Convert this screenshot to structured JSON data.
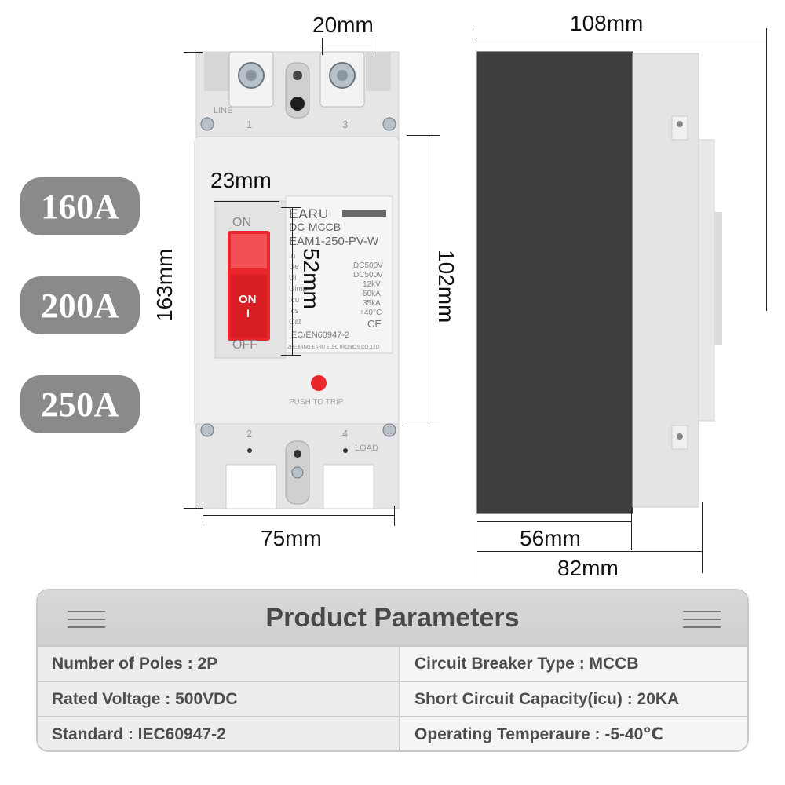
{
  "ratings": [
    "160A",
    "200A",
    "250A"
  ],
  "dimensions": {
    "terminal_width": "20mm",
    "side_width": "108mm",
    "handle_width": "23mm",
    "total_height": "163mm",
    "body_height": "102mm",
    "handle_height": "52mm",
    "front_width": "75mm",
    "side_depth_small": "56mm",
    "side_depth_large": "82mm"
  },
  "breaker": {
    "brand": "EARU",
    "type_label": "DC-MCCB",
    "model": "EAM1-250-PV-W",
    "on_label": "ON",
    "off_label": "OFF",
    "toggle_on": "ON",
    "toggle_bar": "I",
    "line_label": "LINE",
    "load_label": "LOAD",
    "terminal_1": "1",
    "terminal_3": "3",
    "terminal_2": "2",
    "terminal_4": "4",
    "spec_keys": [
      "In",
      "Ue",
      "Ui",
      "Uimp",
      "Icu",
      "Ics",
      "Cat"
    ],
    "spec_values": [
      "DC500V",
      "DC500V",
      "12kV",
      "50kA",
      "35kA",
      "+40°C"
    ],
    "standard": "IEC/EN60947-2",
    "ce_mark": "CE",
    "manufacturer": "ZHEJIANG EARU ELECTRONICS CO.,LTD",
    "push_to_trip": "PUSH TO TRIP"
  },
  "parameters": {
    "title": "Product Parameters",
    "rows": [
      [
        "Number of Poles : 2P",
        "Circuit Breaker Type : MCCB"
      ],
      [
        "Rated Voltage : 500VDC",
        "Short Circuit Capacity(icu) : 20KA"
      ],
      [
        "Standard : IEC60947-2",
        "Operating Temperaure : -5-40℃"
      ]
    ]
  },
  "colors": {
    "pill": "#8a8a8a",
    "toggle": "#e8262b",
    "body": "#ececec",
    "side_dark": "#3f3f3f"
  }
}
